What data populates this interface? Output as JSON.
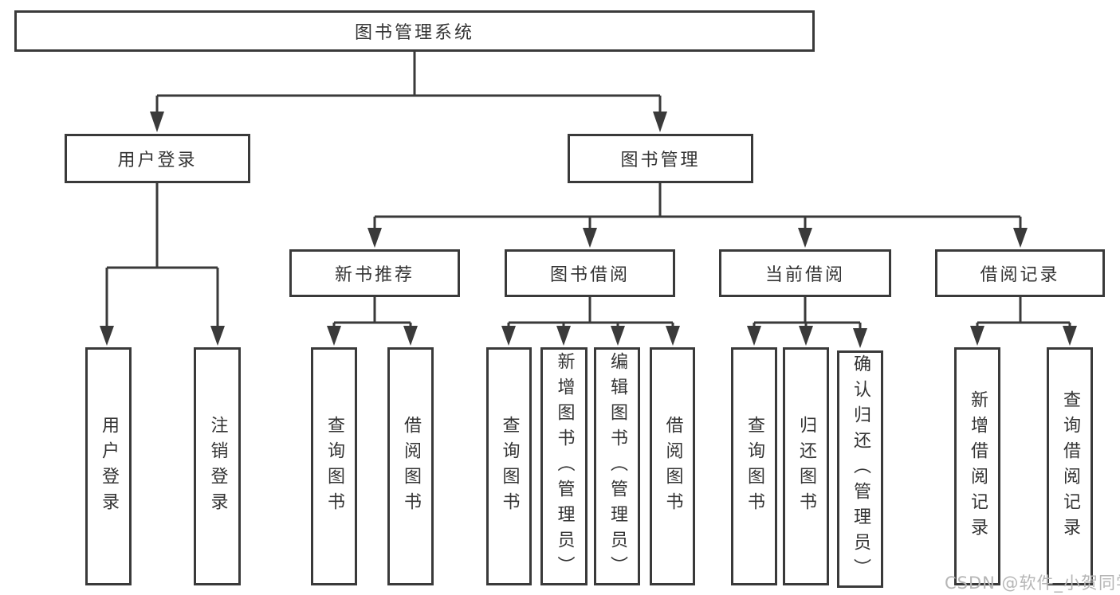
{
  "diagram": {
    "type": "hierarchy-tree",
    "colors": {
      "background": "#ffffff",
      "line": "#3a3a3a",
      "text": "#333333",
      "watermark": "#b6b6b6"
    },
    "watermark": "CSDN @软件_小贺同学",
    "nodes": {
      "root": {
        "label": "图书管理系统"
      },
      "user_login": {
        "label": "用户登录"
      },
      "book_mgmt": {
        "label": "图书管理"
      },
      "user_login_leaf": {
        "label": "用户登录"
      },
      "logout_leaf": {
        "label": "注销登录"
      },
      "new_book_rec": {
        "label": "新书推荐"
      },
      "book_borrow": {
        "label": "图书借阅"
      },
      "current_borrow": {
        "label": "当前借阅"
      },
      "borrow_record": {
        "label": "借阅记录"
      },
      "rec_query_book": {
        "label": "查询图书"
      },
      "rec_borrow_book": {
        "label": "借阅图书"
      },
      "bb_query_book": {
        "label": "查询图书"
      },
      "bb_add_book": {
        "label": "新增图书（管理员）"
      },
      "bb_edit_book": {
        "label": "编辑图书（管理员）"
      },
      "bb_borrow_book": {
        "label": "借阅图书"
      },
      "cb_query_book": {
        "label": "查询图书"
      },
      "cb_return_book": {
        "label": "归还图书"
      },
      "cb_confirm_return": {
        "label": "确认归还（管理员）"
      },
      "br_add_record": {
        "label": "新增借阅记录"
      },
      "br_query_record": {
        "label": "查询借阅记录"
      }
    },
    "hierarchy": {
      "root": [
        "user_login",
        "book_mgmt"
      ],
      "user_login": [
        "user_login_leaf",
        "logout_leaf"
      ],
      "book_mgmt": [
        "new_book_rec",
        "book_borrow",
        "current_borrow",
        "borrow_record"
      ],
      "new_book_rec": [
        "rec_query_book",
        "rec_borrow_book"
      ],
      "book_borrow": [
        "bb_query_book",
        "bb_add_book",
        "bb_edit_book",
        "bb_borrow_book"
      ],
      "current_borrow": [
        "cb_query_book",
        "cb_return_book",
        "cb_confirm_return"
      ],
      "borrow_record": [
        "br_add_record",
        "br_query_record"
      ]
    }
  }
}
